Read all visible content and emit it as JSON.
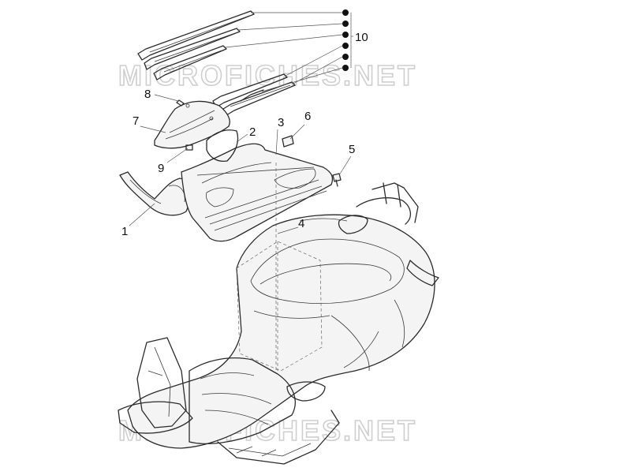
{
  "watermark": {
    "text": "MICROFICHES.NET",
    "color": "#cfcfcf"
  },
  "callouts": [
    {
      "id": "1",
      "label": "1"
    },
    {
      "id": "2",
      "label": "2"
    },
    {
      "id": "3",
      "label": "3"
    },
    {
      "id": "4",
      "label": "4"
    },
    {
      "id": "5",
      "label": "5"
    },
    {
      "id": "6",
      "label": "6"
    },
    {
      "id": "7",
      "label": "7"
    },
    {
      "id": "8",
      "label": "8"
    },
    {
      "id": "9",
      "label": "9"
    },
    {
      "id": "10",
      "label": "10"
    }
  ],
  "colors": {
    "line": "#2b2b2b",
    "background": "#ffffff"
  }
}
